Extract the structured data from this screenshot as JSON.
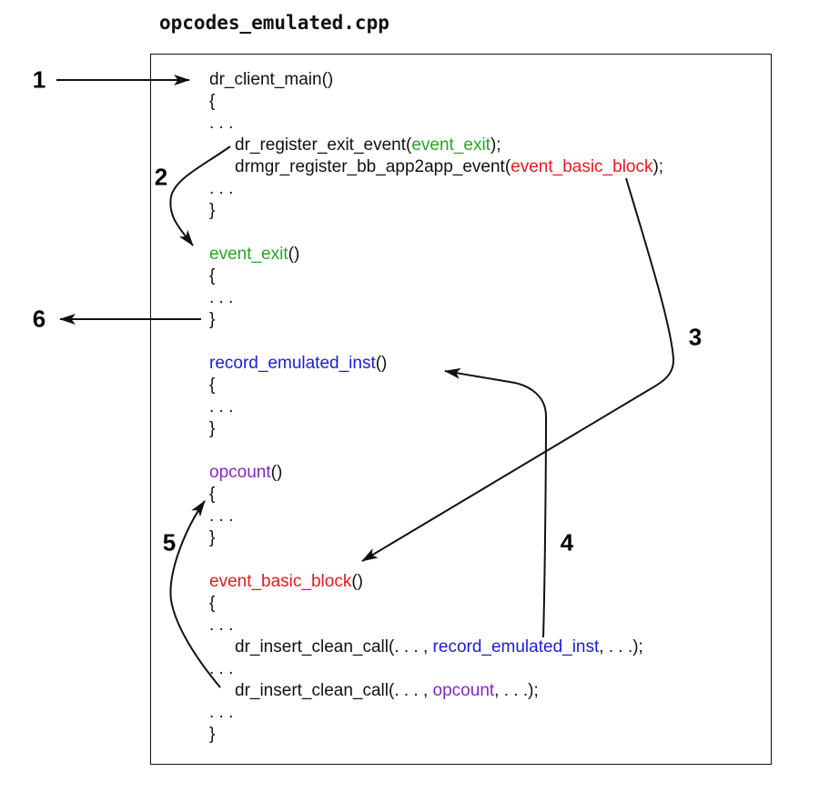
{
  "title": "opcodes_emulated.cpp",
  "colors": {
    "black": "#111111",
    "green": "#28a428",
    "red": "#e8191f",
    "blue": "#1c1ce0",
    "purple": "#8228c8"
  },
  "arrow_labels": [
    "1",
    "2",
    "3",
    "4",
    "5",
    "6"
  ],
  "code": {
    "lines": [
      {
        "indent": 0,
        "segments": [
          {
            "t": "dr_client_main()",
            "c": "black"
          }
        ]
      },
      {
        "indent": 0,
        "segments": [
          {
            "t": "{",
            "c": "black"
          }
        ]
      },
      {
        "indent": 0,
        "segments": [
          {
            "t": ". . .",
            "c": "black"
          }
        ]
      },
      {
        "indent": 1,
        "segments": [
          {
            "t": "dr_register_exit_event(",
            "c": "black"
          },
          {
            "t": "event_exit",
            "c": "green"
          },
          {
            "t": ");",
            "c": "black"
          }
        ]
      },
      {
        "indent": 1,
        "segments": [
          {
            "t": "drmgr_register_bb_app2app_event(",
            "c": "black"
          },
          {
            "t": "event_basic_block",
            "c": "red"
          },
          {
            "t": ");",
            "c": "black"
          }
        ]
      },
      {
        "indent": 0,
        "segments": [
          {
            "t": ". . .",
            "c": "black"
          }
        ]
      },
      {
        "indent": 0,
        "segments": [
          {
            "t": "}",
            "c": "black"
          }
        ]
      },
      {
        "indent": 0,
        "segments": []
      },
      {
        "indent": 0,
        "segments": [
          {
            "t": "event_exit",
            "c": "green"
          },
          {
            "t": "()",
            "c": "black"
          }
        ]
      },
      {
        "indent": 0,
        "segments": [
          {
            "t": "{",
            "c": "black"
          }
        ]
      },
      {
        "indent": 0,
        "segments": [
          {
            "t": ". . .",
            "c": "black"
          }
        ]
      },
      {
        "indent": 0,
        "segments": [
          {
            "t": "}",
            "c": "black"
          }
        ]
      },
      {
        "indent": 0,
        "segments": []
      },
      {
        "indent": 0,
        "segments": [
          {
            "t": "record_emulated_inst",
            "c": "blue"
          },
          {
            "t": "()",
            "c": "black"
          }
        ]
      },
      {
        "indent": 0,
        "segments": [
          {
            "t": "{",
            "c": "black"
          }
        ]
      },
      {
        "indent": 0,
        "segments": [
          {
            "t": ". . .",
            "c": "black"
          }
        ]
      },
      {
        "indent": 0,
        "segments": [
          {
            "t": "}",
            "c": "black"
          }
        ]
      },
      {
        "indent": 0,
        "segments": []
      },
      {
        "indent": 0,
        "segments": [
          {
            "t": "opcount",
            "c": "purple"
          },
          {
            "t": "()",
            "c": "black"
          }
        ]
      },
      {
        "indent": 0,
        "segments": [
          {
            "t": "{",
            "c": "black"
          }
        ]
      },
      {
        "indent": 0,
        "segments": [
          {
            "t": ". . .",
            "c": "black"
          }
        ]
      },
      {
        "indent": 0,
        "segments": [
          {
            "t": "}",
            "c": "black"
          }
        ]
      },
      {
        "indent": 0,
        "segments": []
      },
      {
        "indent": 0,
        "segments": [
          {
            "t": "event_basic_block",
            "c": "red"
          },
          {
            "t": "()",
            "c": "black"
          }
        ]
      },
      {
        "indent": 0,
        "segments": [
          {
            "t": "{",
            "c": "black"
          }
        ]
      },
      {
        "indent": 0,
        "segments": [
          {
            "t": ". . .",
            "c": "black"
          }
        ]
      },
      {
        "indent": 1,
        "segments": [
          {
            "t": "dr_insert_clean_call(. . . , ",
            "c": "black"
          },
          {
            "t": "record_emulated_inst",
            "c": "blue"
          },
          {
            "t": ", . . .);",
            "c": "black"
          }
        ]
      },
      {
        "indent": 0,
        "segments": [
          {
            "t": ". . .",
            "c": "black"
          }
        ]
      },
      {
        "indent": 1,
        "segments": [
          {
            "t": "dr_insert_clean_call(. . . , ",
            "c": "black"
          },
          {
            "t": "opcount",
            "c": "purple"
          },
          {
            "t": ", . . .);",
            "c": "black"
          }
        ]
      },
      {
        "indent": 0,
        "segments": [
          {
            "t": ". . .",
            "c": "black"
          }
        ]
      },
      {
        "indent": 0,
        "segments": [
          {
            "t": "}",
            "c": "black"
          }
        ]
      }
    ]
  }
}
